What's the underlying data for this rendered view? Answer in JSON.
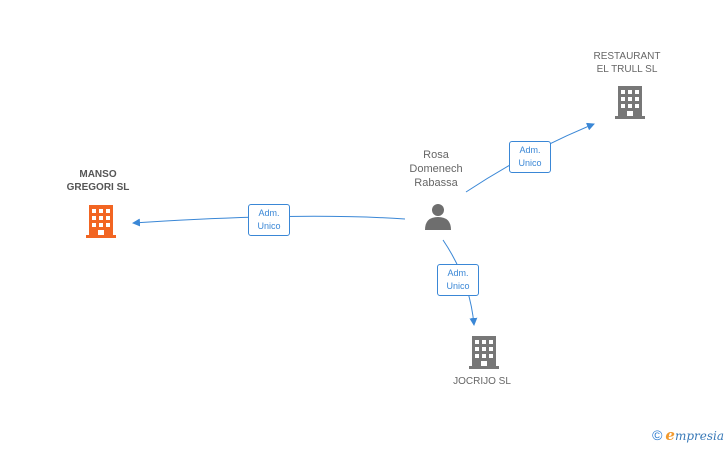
{
  "nodes": {
    "person": {
      "name_lines": [
        "Rosa",
        "Domenech",
        "Rabassa"
      ],
      "icon": "person-icon",
      "color": "#666666"
    },
    "manso": {
      "name_lines": [
        "MANSO",
        "GREGORI SL"
      ],
      "icon": "building-icon",
      "color": "#f26522"
    },
    "restaurant": {
      "name_lines": [
        "RESTAURANT",
        "EL TRULL SL"
      ],
      "icon": "building-icon",
      "color": "#777777"
    },
    "jocrijo": {
      "name_lines": [
        "JOCRIJO SL"
      ],
      "icon": "building-icon",
      "color": "#777777"
    }
  },
  "edges": {
    "to_manso": {
      "line1": "Adm.",
      "line2": "Unico"
    },
    "to_restaurant": {
      "line1": "Adm.",
      "line2": "Unico"
    },
    "to_jocrijo": {
      "line1": "Adm.",
      "line2": "Unico"
    }
  },
  "colors": {
    "edge": "#3a87d6",
    "highlight": "#f26522",
    "building": "#777777"
  },
  "footer": {
    "copyright_symbol": "©",
    "brand_initial": "e",
    "brand_rest": "mpresia"
  }
}
